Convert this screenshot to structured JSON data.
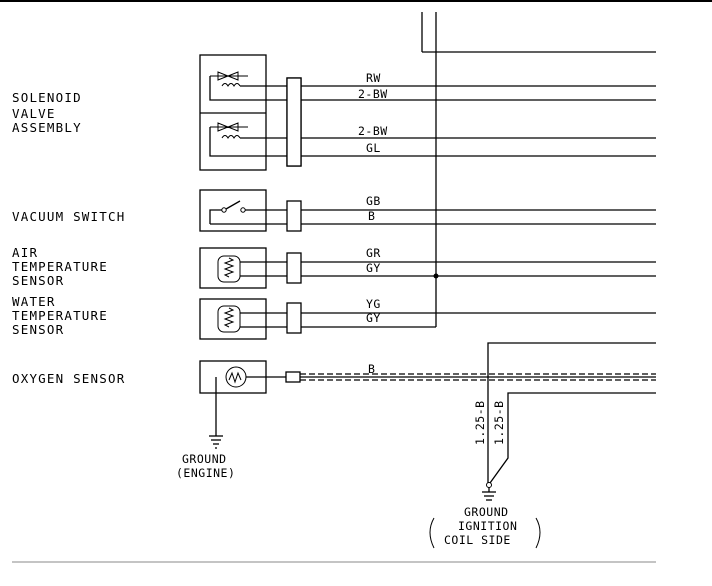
{
  "components": {
    "solenoid": [
      "SOLENOID",
      "VALVE",
      "ASSEMBLY"
    ],
    "vacuum_switch": [
      "VACUUM SWITCH"
    ],
    "air_temp": [
      "AIR",
      "TEMPERATURE",
      "SENSOR"
    ],
    "water_temp": [
      "WATER",
      "TEMPERATURE",
      "SENSOR"
    ],
    "oxygen": [
      "OXYGEN SENSOR"
    ]
  },
  "wires": {
    "rw": "RW",
    "bw1": "2-BW",
    "bw2": "2-BW",
    "gl": "GL",
    "gb": "GB",
    "b": "B",
    "gr": "GR",
    "gy1": "GY",
    "yg": "YG",
    "gy2": "GY",
    "b_oxygen": "B",
    "ground_a": "1.25-B",
    "ground_b": "1.25-B"
  },
  "grounds": {
    "engine": [
      "GROUND",
      "(ENGINE)"
    ],
    "ignition": [
      "GROUND",
      "IGNITION",
      "COIL SIDE"
    ]
  }
}
